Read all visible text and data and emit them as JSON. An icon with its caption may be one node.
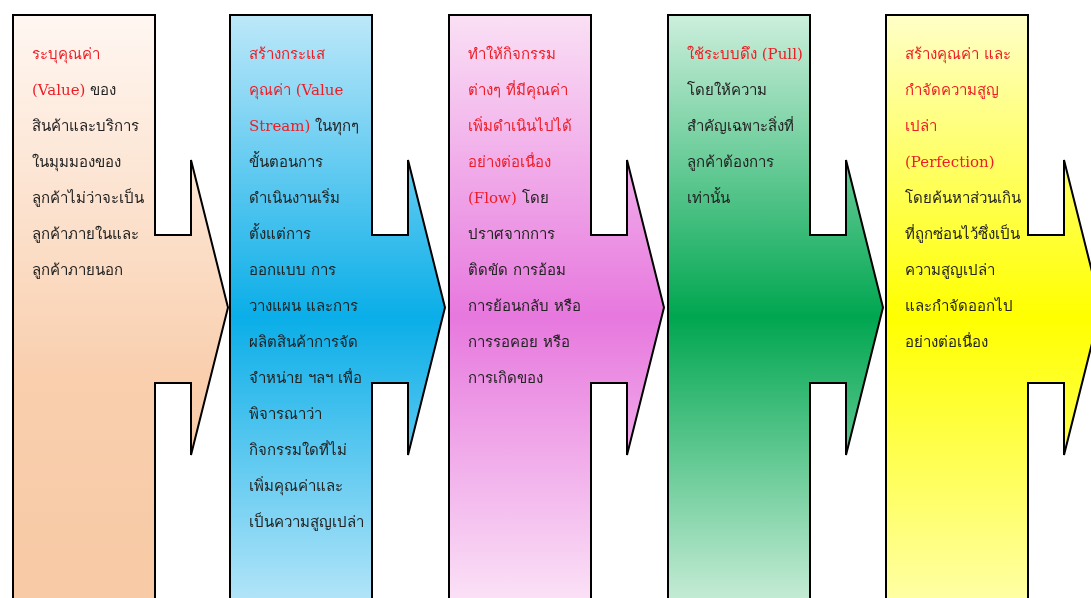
{
  "diagram": {
    "nodes": [
      {
        "text": [
          "ระบุคุณค่า (Value)",
          "ของสินค้าและบริการในมุมมองของลูกค้าไม่ว่าจะเป็นลูกค้าภายในและลูกค้าภายนอก"
        ]
      },
      {
        "text": [
          "สร้างกระแสคุณค่า (Value Stream)",
          "ในทุกๆ ขั้นตอนการดำเนินงานเริ่มตั้งแต่การออกแบบ การวางแผน และการผลิตสินค้าการจัดจำหน่าย ฯลฯ เพื่อพิจารณาว่ากิจกรรมใดที่ไม่เพิ่มคุณค่าและเป็นความสูญเปล่า"
        ]
      },
      {
        "text": [
          "ทำให้กิจกรรมต่างๆ ที่มีคุณค่าเพิ่มดำเนินไปได้อย่างต่อเนื่อง (Flow)",
          "โดยปราศจากการติดขัด การอ้อม การย้อนกลับ หรือการรอคอย หรือการเกิดของ"
        ]
      },
      {
        "text": [
          "ใช้ระบบดึง (Pull)",
          "โดยให้ความสำคัญเฉพาะสิ่งที่ลูกค้าต้องการเท่านั้น"
        ]
      },
      {
        "text": [
          "สร้างคุณค่า และกำจัดความสูญเปล่า (Perfection)",
          "โดยค้นหาส่วนเกินที่ถูกซ่อนไว้ซึ่งเป็นความสูญเปล่า และกำจัดออกไปอย่างต่อเนื่อง"
        ]
      }
    ]
  }
}
